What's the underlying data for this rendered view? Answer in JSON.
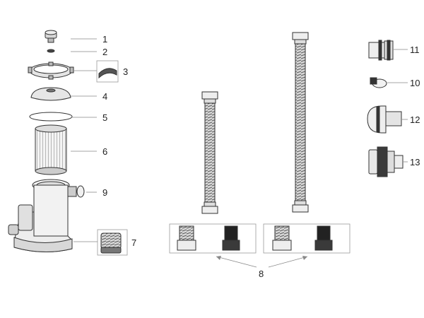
{
  "callouts": {
    "p1": "1",
    "p2": "2",
    "p3": "3",
    "p4": "4",
    "p5": "5",
    "p6": "6",
    "p7": "7",
    "p8": "8",
    "p9": "9",
    "p10": "10",
    "p11": "11",
    "p12": "12",
    "p13": "13"
  },
  "colors": {
    "line": "#333333",
    "leader": "#888888",
    "fill_light": "#e9e9e9",
    "fill_mid": "#c8c8c8",
    "fill_dark": "#3a3a3a",
    "accent": "#111111"
  }
}
